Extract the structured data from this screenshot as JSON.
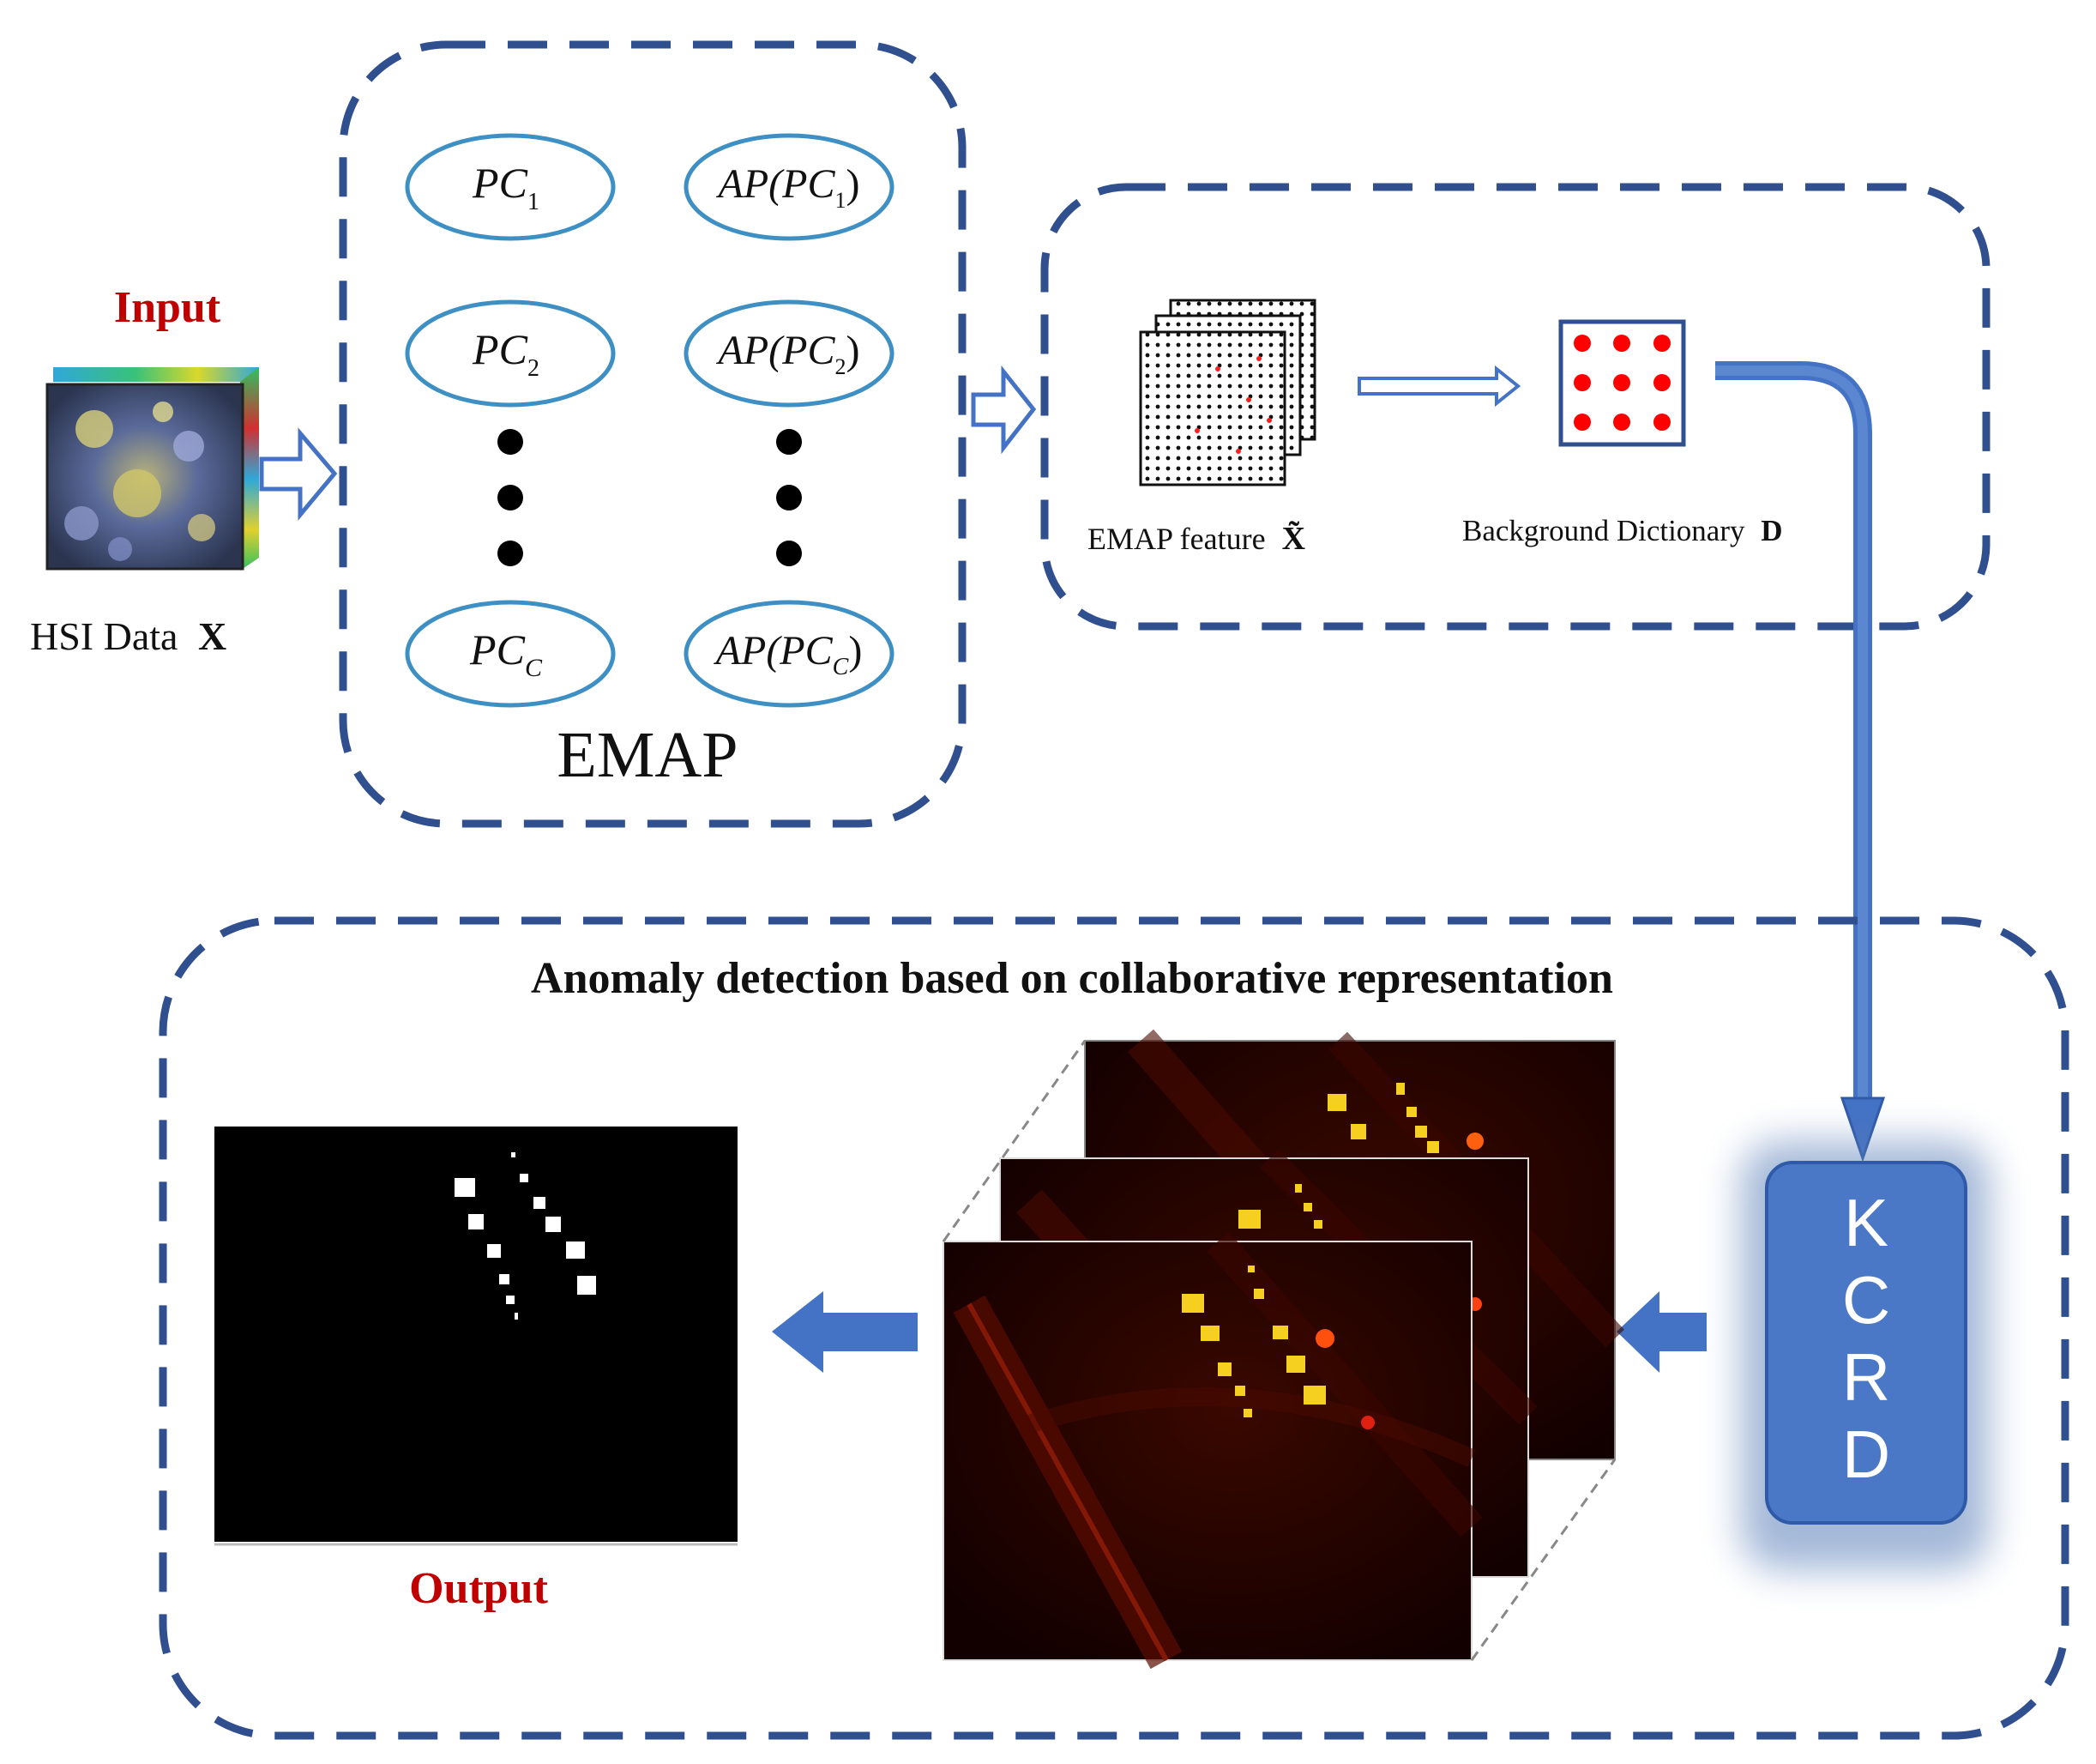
{
  "input": {
    "label": "Input",
    "caption_text": "HSI Data",
    "caption_symbol": "X"
  },
  "emap": {
    "title": "EMAP",
    "left_column": [
      {
        "base": "PC",
        "sub": "1"
      },
      {
        "base": "PC",
        "sub": "2"
      },
      {
        "base": "PC",
        "sub": "C"
      }
    ],
    "right_column": [
      {
        "prefix": "AP(",
        "base": "PC",
        "sub": "1",
        "suffix": ")"
      },
      {
        "prefix": "AP(",
        "base": "PC",
        "sub": "2",
        "suffix": ")"
      },
      {
        "prefix": "AP(",
        "base": "PC",
        "sub": "C",
        "suffix": ")"
      }
    ]
  },
  "feature_box": {
    "emap_feature_text": "EMAP feature",
    "emap_feature_symbol": "X̃",
    "dictionary_text": "Background Dictionary",
    "dictionary_symbol": "D"
  },
  "detection": {
    "title": "Anomaly detection based on collaborative representation",
    "kcrd_letters": [
      "K",
      "C",
      "R",
      "D"
    ],
    "output_label": "Output"
  },
  "colors": {
    "dash_border": "#2f4f8f",
    "ellipse_stroke": "#3d8fc4",
    "arrow_blue": "#4472c4",
    "kcrd_fill": "#4a78c6",
    "label_red": "#c00000",
    "dict_dot_red": "#ff0000"
  }
}
